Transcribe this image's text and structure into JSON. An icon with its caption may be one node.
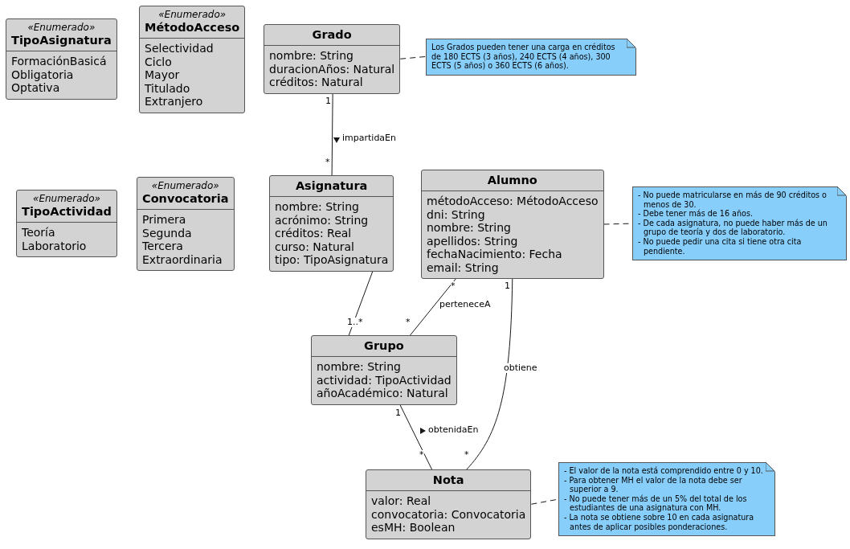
{
  "diagram": {
    "nodes": [
      {
        "text": [
          "«Enumerado»",
          "TipoAsignatura",
          "FormaciónBasicá",
          "Obligatoria",
          "Optativa"
        ]
      },
      {
        "text": [
          "«Enumerado»",
          "MétodoAcceso",
          "Selectividad",
          "Ciclo",
          "Mayor",
          "Titulado",
          "Extranjero"
        ]
      },
      {
        "text": [
          "Grado",
          "nombre: String",
          "duracionAños: Natural",
          "créditos: Natural"
        ]
      },
      {
        "text": [
          "Los Grados pueden tener una carga en créditos de 180 ECTS (3 años), 240 ECTS (4 años), 300 ECTS (5 años) o 360 ECTS (6 años)."
        ]
      },
      {
        "text": [
          "«Enumerado»",
          "TipoActividad",
          "Teoría",
          "Laboratorio"
        ]
      },
      {
        "text": [
          "«Enumerado»",
          "Convocatoria",
          "Primera",
          "Segunda",
          "Tercera",
          "Extraordinaria"
        ]
      },
      {
        "text": [
          "Asignatura",
          "nombre: String",
          "acrónimo: String",
          "créditos: Real",
          "curso: Natural",
          "tipo: TipoAsignatura"
        ]
      },
      {
        "text": [
          "Alumno",
          "métodoAcceso: MétodoAcceso",
          "dni: String",
          "nombre: String",
          "apellidos: String",
          "fechaNacimiento: Fecha",
          "email: String"
        ]
      },
      {
        "text": [
          "- No puede matricularse en más de 90 créditos o menos de 30.",
          "- Debe tener más de 16 años.",
          "- De cada asignatura, no puede haber más de un grupo de teoría y dos de laboratorio.",
          "- No puede pedir una cita si tiene otra cita pendiente."
        ]
      },
      {
        "text": [
          "Grupo",
          "nombre: String",
          "actividad: TipoActividad",
          "añoAcadémico: Natural"
        ]
      },
      {
        "text": [
          "Nota",
          "valor: Real",
          "convocatoria: Convocatoria",
          "esMH: Boolean"
        ]
      },
      {
        "text": [
          "- El valor de la nota está comprendido entre 0 y 10.",
          "- Para obtener MH el valor de la nota debe ser superior a 9.",
          "- No puede tener más de un 5% del total de los estudiantes de una asignatura con MH.",
          "- La nota se obtiene sobre 10 en cada asignatura antes de aplicar posibles ponderaciones."
        ]
      }
    ],
    "edges": [
      {
        "from": 2,
        "to": 6,
        "arrow": "none",
        "label": "impartidaEn"
      },
      {
        "from": 2,
        "to": 3,
        "arrow": "none",
        "style": "dashed"
      },
      {
        "from": 6,
        "to": 9,
        "arrow": "other"
      },
      {
        "from": 7,
        "to": 9,
        "arrow": "none",
        "label": "perteneceA"
      },
      {
        "from": 7,
        "to": 10,
        "arrow": "none",
        "label": "obtiene"
      },
      {
        "from": 9,
        "to": 10,
        "arrow": "none",
        "label": "obtenidaEn"
      },
      {
        "from": 7,
        "to": 8,
        "arrow": "none",
        "style": "dashed"
      },
      {
        "from": 10,
        "to": 11,
        "arrow": "none",
        "style": "dashed"
      }
    ],
    "labels": [
      "1",
      "*",
      "*",
      "1",
      "1..*",
      "*",
      "1",
      "*",
      "*"
    ]
  }
}
